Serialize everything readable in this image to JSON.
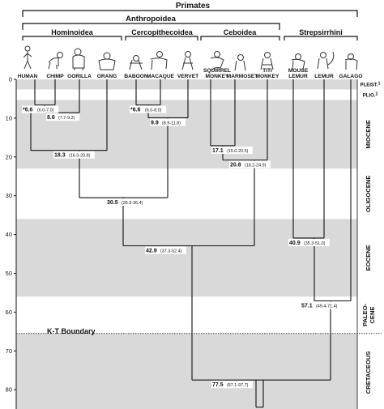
{
  "title": "Primates",
  "groups": {
    "anthropoidea": "Anthropoidea",
    "hominoidea": "Hominoidea",
    "cercopithecoidea": "Cercopithecoidea",
    "ceboidea": "Ceboidea",
    "strepsirrhini": "Strepsirrhini"
  },
  "taxa": [
    {
      "name": "Human",
      "line1": "Human",
      "line2": ""
    },
    {
      "name": "Chimp",
      "line1": "Chimp",
      "line2": ""
    },
    {
      "name": "Gorilla",
      "line1": "Gorilla",
      "line2": ""
    },
    {
      "name": "Orang",
      "line1": "Orang",
      "line2": ""
    },
    {
      "name": "Baboon",
      "line1": "Baboon",
      "line2": ""
    },
    {
      "name": "Macaque",
      "line1": "Macaque",
      "line2": ""
    },
    {
      "name": "Vervet",
      "line1": "Vervet",
      "line2": ""
    },
    {
      "name": "Squirrel Monkey",
      "line1": "Squirrel",
      "line2": "Monkey"
    },
    {
      "name": "Marmoset",
      "line1": "Marmoset",
      "line2": ""
    },
    {
      "name": "Titi Monkey",
      "line1": "Titi",
      "line2": "Monkey"
    },
    {
      "name": "Mouse Lemur",
      "line1": "Mouse",
      "line2": "Lemur"
    },
    {
      "name": "Lemur",
      "line1": "Lemur",
      "line2": ""
    },
    {
      "name": "Galago",
      "line1": "Galago",
      "line2": ""
    }
  ],
  "axis": {
    "ticks": [
      0,
      10,
      20,
      30,
      40,
      50,
      60,
      70,
      80
    ]
  },
  "nodes": [
    {
      "id": "human-chimp",
      "value": "*6.6",
      "ci": "(6.0-7.0)"
    },
    {
      "id": "gorilla",
      "value": "8.6",
      "ci": "(7.7-9.2)"
    },
    {
      "id": "hominoidea",
      "value": "18.3",
      "ci": "(16.3-20.8)"
    },
    {
      "id": "baboon-macaque",
      "value": "*6.6",
      "ci": "(6.0-8.0)"
    },
    {
      "id": "cercopithecoidea",
      "value": "9.9",
      "ci": "(8.9-11.8)"
    },
    {
      "id": "catarrhini",
      "value": "30.5",
      "ci": "(26.9-36.4)"
    },
    {
      "id": "squirrel-marmoset",
      "value": "17.1",
      "ci": "(15.0-20.5)"
    },
    {
      "id": "ceboidea",
      "value": "20.8",
      "ci": "(18.2-24.9)"
    },
    {
      "id": "anthropoidea",
      "value": "42.9",
      "ci": "(37.3-52.4)"
    },
    {
      "id": "mouselemur-lemur",
      "value": "40.9",
      "ci": "(35.3-51.0)"
    },
    {
      "id": "strepsirrhini",
      "value": "57.1",
      "ci": "(49.4-71.4)"
    },
    {
      "id": "primates",
      "value": "77.5",
      "ci": "(67.1-97.7)"
    }
  ],
  "epochs": [
    {
      "name": "Pleist.",
      "sup": "1",
      "shade": true
    },
    {
      "name": "Plio.",
      "sup": "2",
      "shade": false
    },
    {
      "name": "Miocene",
      "shade": true
    },
    {
      "name": "Oligocene",
      "shade": false
    },
    {
      "name": "Eocene",
      "shade": true
    },
    {
      "name": "Paleo-",
      "name2": "cene",
      "shade": false
    },
    {
      "name": "Cretaceous",
      "shade": true
    }
  ],
  "kt_label": "K-T Boundary",
  "icons": [
    "human-icon",
    "chimp-icon",
    "gorilla-icon",
    "orangutan-icon",
    "baboon-icon",
    "macaque-icon",
    "vervet-icon",
    "squirrel-monkey-icon",
    "marmoset-icon",
    "titi-monkey-icon",
    "mouse-lemur-icon",
    "lemur-icon",
    "galago-icon"
  ],
  "colors": {
    "band": "#d9d9d9",
    "line": "#111111"
  }
}
